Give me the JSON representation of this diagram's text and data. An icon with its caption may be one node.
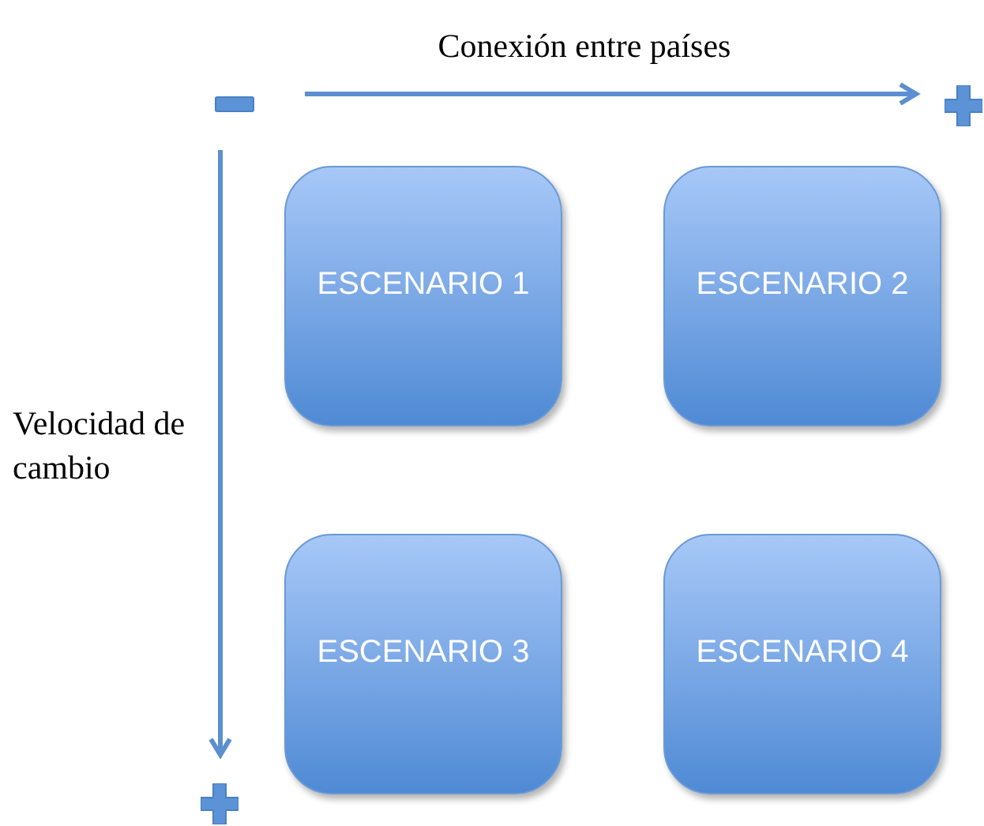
{
  "diagram": {
    "nodes": [
      {
        "text": [
          "ESCENARIO 1"
        ]
      },
      {
        "text": [
          "ESCENARIO 2"
        ]
      },
      {
        "text": [
          "ESCENARIO 3"
        ]
      },
      {
        "text": [
          "ESCENARIO 4"
        ]
      }
    ],
    "labels": [
      "Conexión entre países",
      "Velocidad de cambio"
    ]
  }
}
